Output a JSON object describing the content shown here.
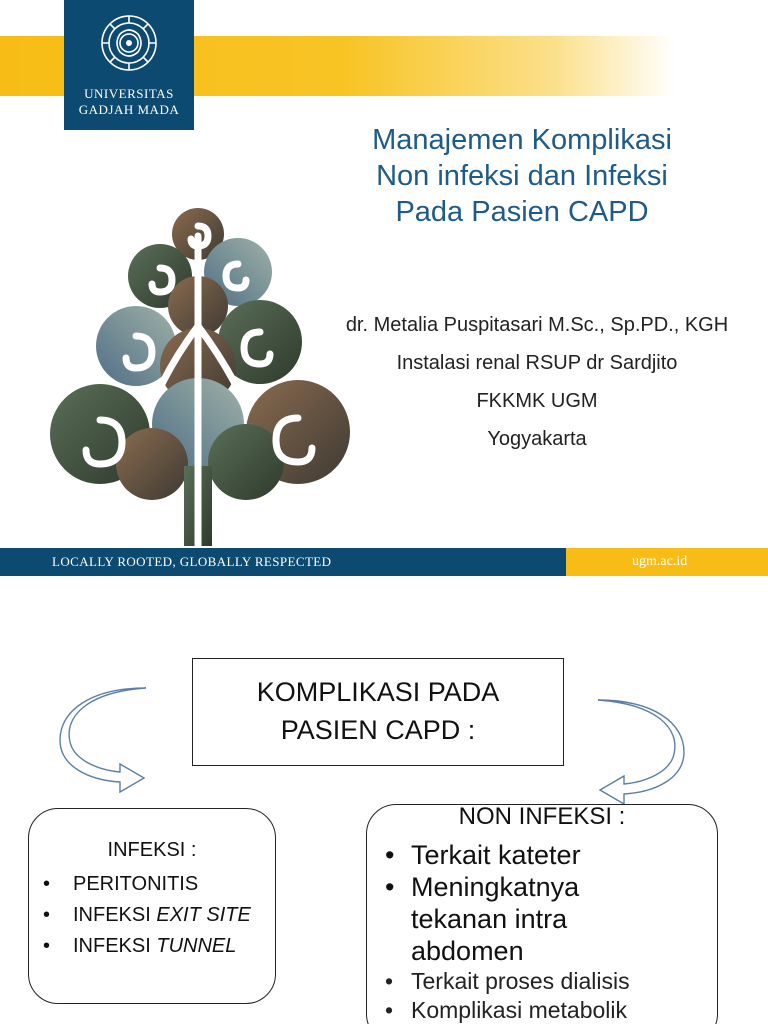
{
  "slide1": {
    "logo": {
      "emblem_icon": "ugm-emblem-icon",
      "line1": "UNIVERSITAS",
      "line2": "GADJAH MADA"
    },
    "title_lines": [
      "Manajemen Komplikasi",
      "Non infeksi dan Infeksi",
      "Pada Pasien CAPD"
    ],
    "info_lines": [
      "dr. Metalia Puspitasari M.Sc., Sp.PD., KGH",
      "Instalasi renal RSUP dr Sardjito",
      "FKKMK UGM",
      "Yogyakarta"
    ],
    "tree_icon": "tree-collage-icon",
    "footer": {
      "tagline": "LOCALLY ROOTED, GLOBALLY RESPECTED",
      "site": "ugm.ac.id"
    },
    "colors": {
      "navy": "#0d4a72",
      "gold": "#f7bd16",
      "title": "#1f5b87"
    }
  },
  "slide2": {
    "main_box_lines": [
      "KOMPLIKASI PADA",
      "PASIEN CAPD :"
    ],
    "left_arrow_icon": "curved-arrow-left-icon",
    "right_arrow_icon": "curved-arrow-right-icon",
    "infeksi": {
      "heading": "INFEKSI :",
      "items": [
        {
          "bullet": "•",
          "text": "PERITONITIS",
          "italic": ""
        },
        {
          "bullet": "•",
          "text": "INFEKSI ",
          "italic": "EXIT SITE"
        },
        {
          "bullet": "•",
          "text": "INFEKSI ",
          "italic": "TUNNEL"
        }
      ]
    },
    "non_infeksi": {
      "heading": "NON INFEKSI :",
      "big_items": [
        {
          "bullet": "•",
          "lines": [
            "Terkait kateter"
          ]
        },
        {
          "bullet": "•",
          "lines": [
            "Meningkatnya",
            "tekanan intra",
            "abdomen"
          ]
        }
      ],
      "small_items": [
        {
          "bullet": "•",
          "text": "Terkait proses dialisis"
        },
        {
          "bullet": "•",
          "text": "Komplikasi metabolik"
        }
      ]
    }
  }
}
